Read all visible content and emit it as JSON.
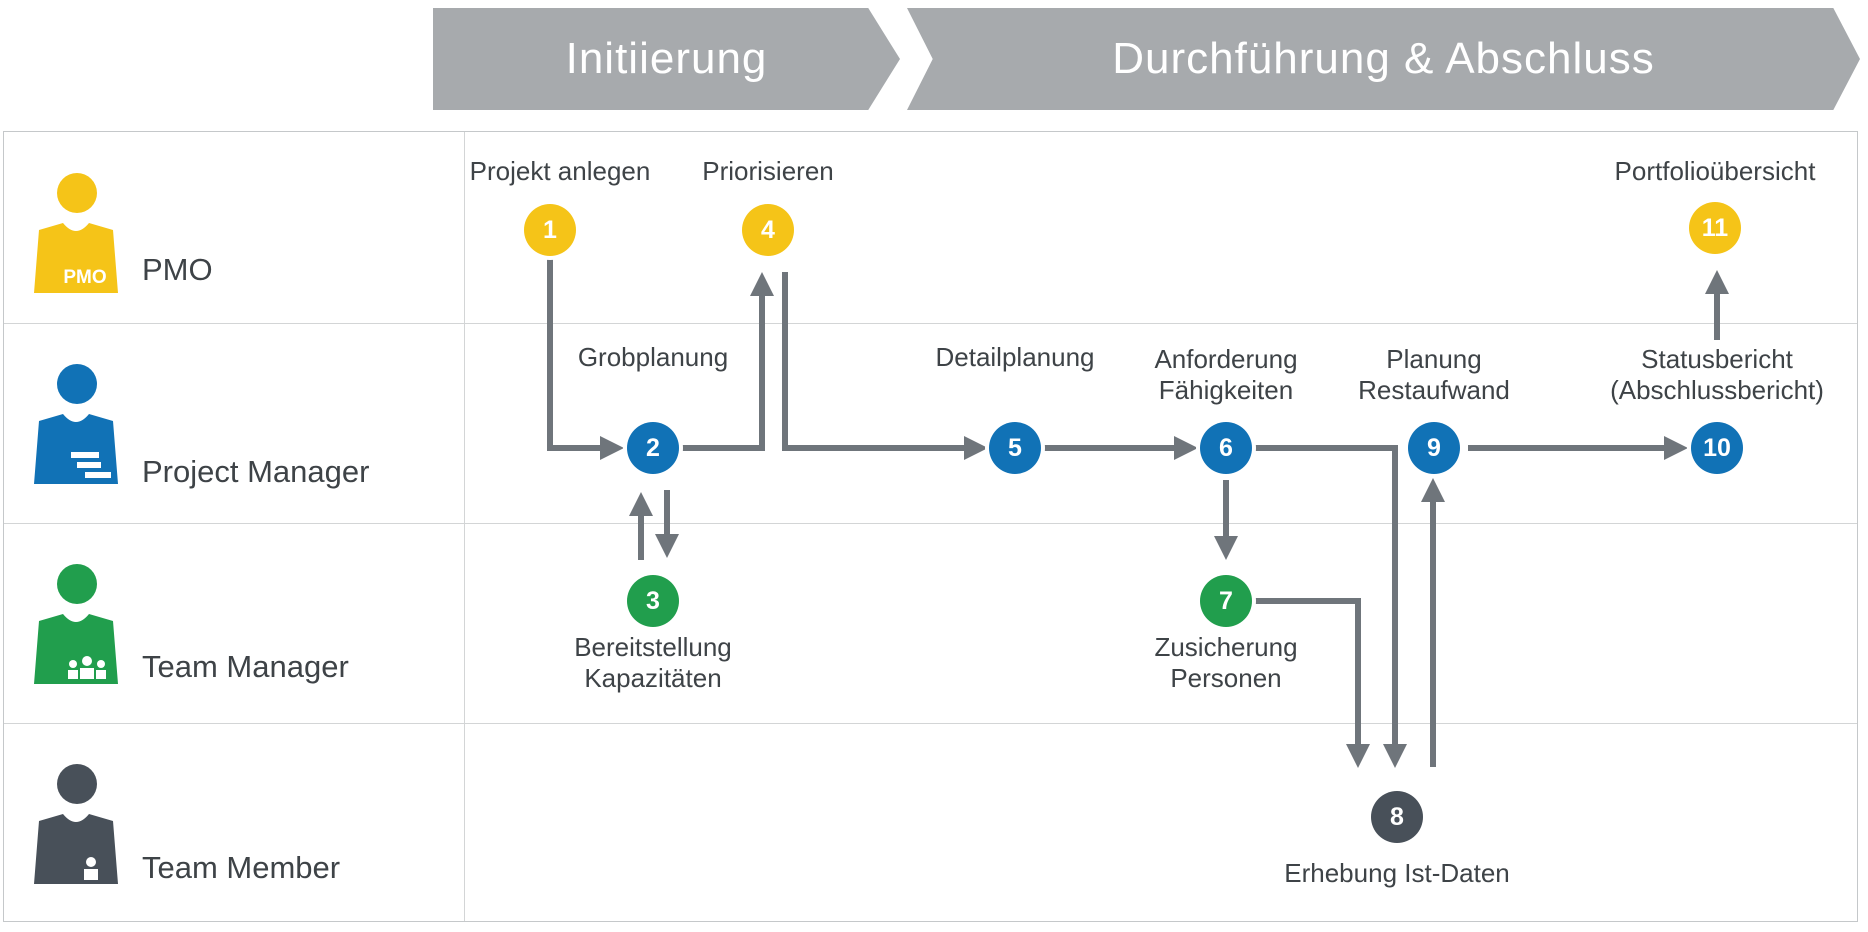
{
  "phases": [
    {
      "label": "Initiierung"
    },
    {
      "label": "Durchführung & Abschluss"
    }
  ],
  "roles": [
    {
      "label": "PMO",
      "badge": "PMO",
      "color": "#F5C418"
    },
    {
      "label": "Project Manager",
      "color": "#1172B6"
    },
    {
      "label": "Team Manager",
      "color": "#219E4D"
    },
    {
      "label": "Team Member",
      "color": "#485059"
    }
  ],
  "steps": [
    {
      "number": "1",
      "label": "Projekt anlegen",
      "role": "PMO"
    },
    {
      "number": "2",
      "label": "Grobplanung",
      "role": "Project Manager"
    },
    {
      "number": "3",
      "label": "Bereitstellung Kapazitäten",
      "role": "Team Manager"
    },
    {
      "number": "4",
      "label": "Priorisieren",
      "role": "PMO"
    },
    {
      "number": "5",
      "label": "Detailplanung",
      "role": "Project Manager"
    },
    {
      "number": "6",
      "label": "Anforderung Fähigkeiten",
      "role": "Project Manager"
    },
    {
      "number": "7",
      "label": "Zusicherung Personen",
      "role": "Team Manager"
    },
    {
      "number": "8",
      "label": "Erhebung Ist-Daten",
      "role": "Team Member"
    },
    {
      "number": "9",
      "label": "Planung Restaufwand",
      "role": "Project Manager"
    },
    {
      "number": "10",
      "label": "Statusbericht (Abschlussbericht)",
      "role": "Project Manager"
    },
    {
      "number": "11",
      "label": "Portfolioübersicht",
      "role": "PMO"
    }
  ],
  "flows": [
    {
      "from": "1",
      "to": "2"
    },
    {
      "from": "2",
      "to": "4"
    },
    {
      "from": "4",
      "to": "5"
    },
    {
      "from": "5",
      "to": "6"
    },
    {
      "from": "6",
      "to": "7"
    },
    {
      "from": "6",
      "to": "8"
    },
    {
      "from": "7",
      "to": "8"
    },
    {
      "from": "2",
      "to": "3"
    },
    {
      "from": "3",
      "to": "2"
    },
    {
      "from": "8",
      "to": "9"
    },
    {
      "from": "9",
      "to": "10"
    },
    {
      "from": "10",
      "to": "11"
    }
  ],
  "colors": {
    "banner_gray": "#A7AAAD",
    "arrow_gray": "#6F757B",
    "grid_border": "#C5C8CA",
    "text": "#3E4347",
    "pmo_yellow": "#F5C418",
    "project_manager_blue": "#1172B6",
    "team_manager_green": "#219E4D",
    "team_member_dark": "#485059"
  }
}
